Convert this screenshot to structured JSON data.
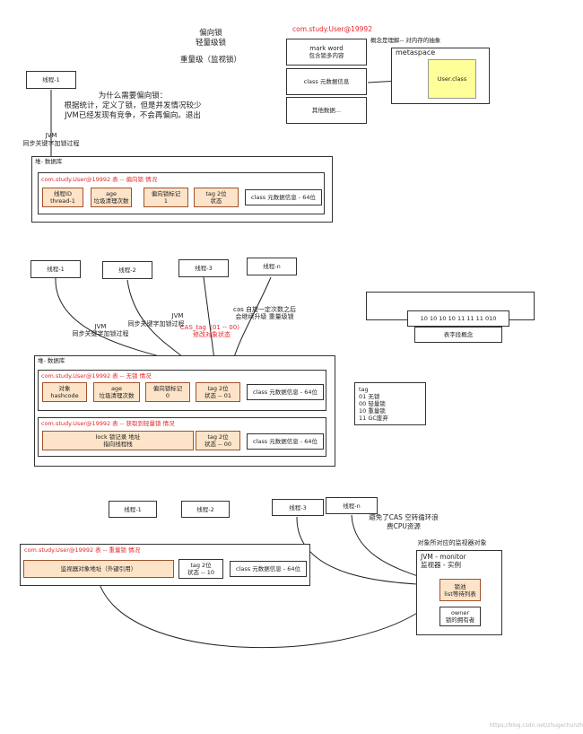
{
  "top": {
    "lock_levels": [
      "偏向锁",
      "轻量级锁",
      "重量级（监视锁）"
    ],
    "why_biased": [
      "为什么需要偏向锁：",
      "根据统计，定义了锁，但是并发情况较少",
      "JVM已经发现有竞争，不会再偏向。退出"
    ],
    "thread1": "线程-1",
    "jvm_sync": [
      "JVM",
      "同步关键字加锁过程"
    ],
    "heap_label": "堆- 数据库",
    "obj_title": "com.study.User@19992 表 -- 偏向锁 情况",
    "fields": [
      [
        "线程ID",
        "thread-1"
      ],
      [
        "age",
        "垃圾清理次数"
      ],
      [
        "偏向锁标记",
        "1"
      ],
      [
        "tag 2位",
        "状态"
      ]
    ],
    "class_info": "class 元数据信息 - 64位"
  },
  "memory": {
    "title": "com.study.User@19992",
    "concept": "概念是理解-- 对内存的抽象",
    "mark_word": [
      "mark word",
      "包含锁多内容"
    ],
    "class_meta": "class 元数据信息",
    "other": "其他数据...",
    "metaspace": "metaspace",
    "user_class": "User.class"
  },
  "middle": {
    "threads": [
      "线程-1",
      "线程-2",
      "线程-3",
      "线程-n"
    ],
    "jvm1": [
      "JVM",
      "同步关键字加锁过程"
    ],
    "jvm2": [
      "JVM",
      "同步关键字加锁过程"
    ],
    "cas": [
      "CAS_tag（01 -- 00）",
      "修改对象状态"
    ],
    "spin": [
      "cas 自旋一定次数之后",
      "会继续升级 重量级锁"
    ],
    "heap_label": "堆- 数据库",
    "lockfree_title": "com.study.User@19992 表 -- 无锁 情况",
    "lockfree_fields": [
      [
        "对象",
        "hashcode"
      ],
      [
        "age",
        "垃圾清理次数"
      ],
      [
        "偏向锁标记",
        "0"
      ],
      [
        "tag 2位",
        "状态 -- 01"
      ]
    ],
    "light_title": "com.study.User@19992 表 -- 获取到轻量锁 情况",
    "light_lock": [
      "lock 锁记录 地址",
      "指向线程栈"
    ],
    "light_tag": [
      "tag 2位",
      "状态 -- 00"
    ],
    "class_info": "class 元数据信息 - 64位"
  },
  "bits": {
    "value": "10 10 10 10 11 11 11 010",
    "label": "表字段概念"
  },
  "tag_legend": [
    "tag",
    "01 无锁",
    "00 轻量锁",
    "10 重量锁",
    "11 GC废弃"
  ],
  "bottom": {
    "threads": [
      "线程-1",
      "线程-2",
      "线程-3",
      "线程-n"
    ],
    "avoid": [
      "避免了CAS 空转循环浪",
      "费CPU资源"
    ],
    "monitor_caption": "对象所对应的监视器对象",
    "monitor_title": [
      "JVM - monitor",
      "监视器 - 实例"
    ],
    "lock_pool": [
      "锁池",
      "list等待列表"
    ],
    "owner": [
      "owner",
      "锁的拥有者"
    ],
    "heavy_title": "com.study.User@19992 表 -- 重量锁 情况",
    "monitor_addr": "监视器对象地址（外键引用）",
    "heavy_tag": [
      "tag 2位",
      "状态 -- 10"
    ],
    "class_info": "class 元数据信息 - 64位"
  },
  "watermark": "https://blog.csdn.net/zhugechunzhao"
}
